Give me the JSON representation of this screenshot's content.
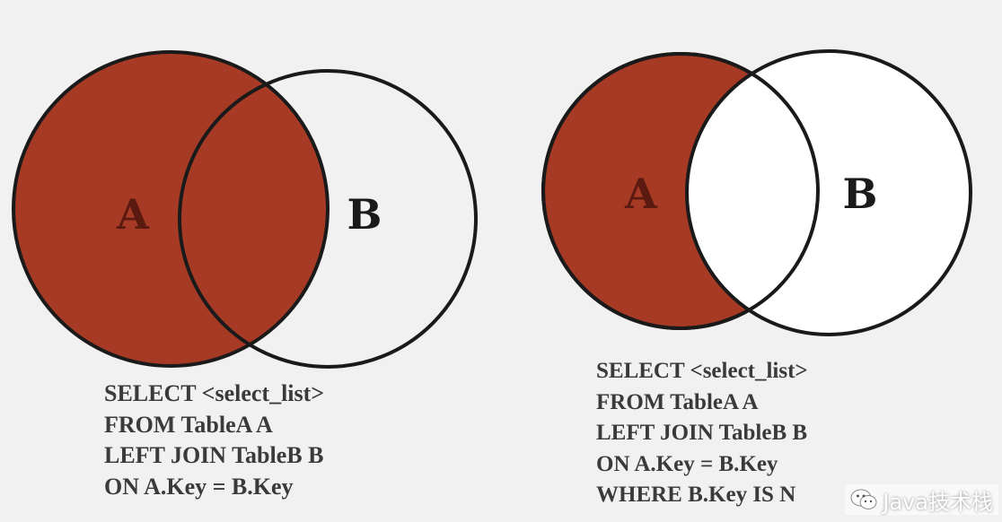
{
  "colors": {
    "background": "#f1f1f1",
    "fill": "#a63a25",
    "stroke": "#1a1a1a",
    "text": "#3a3a3a"
  },
  "left_diagram": {
    "label_a": "A",
    "label_b": "B",
    "shaded": "all of A",
    "sql_lines": [
      "SELECT <select_list>",
      "FROM TableA A",
      "LEFT JOIN TableB B",
      "ON A.Key = B.Key"
    ]
  },
  "right_diagram": {
    "label_a": "A",
    "label_b": "B",
    "shaded": "A only (excluding B)",
    "sql_lines": [
      "SELECT <select_list>",
      "FROM TableA A",
      "LEFT JOIN TableB B",
      "ON A.Key = B.Key",
      "WHERE B.Key IS N"
    ]
  },
  "watermark": {
    "icon": "wechat-icon",
    "text": "Java技术栈"
  }
}
